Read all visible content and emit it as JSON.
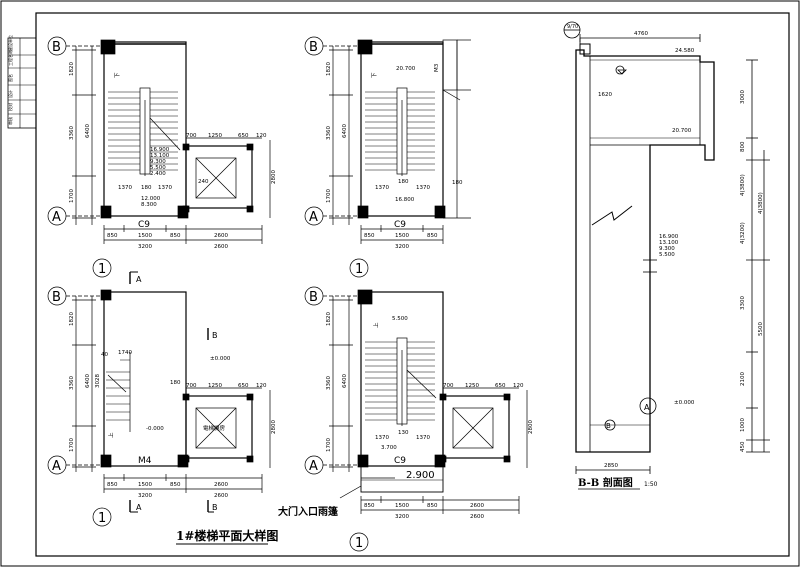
{
  "title_block": [
    "建设单位",
    "工程名称",
    "图名",
    "设计",
    "校对",
    "审核"
  ],
  "plan1": {
    "axis_b": "B",
    "axis_a": "A",
    "axis_1": "1",
    "dims_left": [
      "1820",
      "3360",
      "1700"
    ],
    "dim_total": "6400",
    "dims_bottom": [
      "850",
      "1500",
      "850"
    ],
    "bottom_total": "3200",
    "right_total": "2600",
    "dims_shaft": [
      "700",
      "1250",
      "650",
      "120"
    ],
    "shaft_h": "2800",
    "stair_dims": [
      "1370",
      "180",
      "1370"
    ],
    "levels": [
      "16.900",
      "13.100",
      "9.300",
      "5.500",
      "2.400",
      "12.000",
      "8.300"
    ],
    "up": "下",
    "window": "C9",
    "num240": "240"
  },
  "plan2": {
    "axis_b": "B",
    "axis_a": "A",
    "axis_1": "1",
    "dims_left": [
      "1820",
      "3360",
      "1700"
    ],
    "dim_total": "6400",
    "dims_bottom": [
      "850",
      "1500",
      "850"
    ],
    "bottom_total": "3200",
    "level_top": "20.700",
    "level_mid": "16.800",
    "door": "M3",
    "stair_dims": [
      "1370",
      "180",
      "1370"
    ],
    "r180": "180",
    "d1500": "1500",
    "up": "下",
    "window": "C9"
  },
  "plan3": {
    "axis_b": "B",
    "axis_a": "A",
    "axis_1": "1",
    "section_a": "A",
    "section_b": "B",
    "dims_left": [
      "1820",
      "3360",
      "1700"
    ],
    "dim_total": "6400",
    "d3028": "3028",
    "dims_bottom": [
      "850",
      "1500",
      "850"
    ],
    "bottom_total": "3200",
    "right_total": "2600",
    "dims_shaft": [
      "700",
      "1250",
      "650",
      "120"
    ],
    "shaft_h": "2800",
    "d1740": "1740",
    "d180": "180",
    "d40": "40",
    "level_pm": "±0.000",
    "level_low": "-0.000",
    "door": "M4",
    "up": "上",
    "shaft_label": "電梯機房"
  },
  "plan4": {
    "axis_b": "B",
    "axis_a": "A",
    "axis_1": "1",
    "dims_left": [
      "1820",
      "3360",
      "1700"
    ],
    "dim_total": "6400",
    "dims_bottom": [
      "850",
      "1500",
      "850"
    ],
    "bottom_total": "3200",
    "right_total": "2600",
    "dims_shaft": [
      "700",
      "1250",
      "650",
      "120"
    ],
    "shaft_h": "2800",
    "level_mid": "5.500",
    "level_low": "3.700",
    "stair_dims": [
      "1370",
      "130",
      "1370"
    ],
    "up": "上",
    "window": "C9",
    "canopy_level": "2.900",
    "canopy_label": "大门入口雨篷"
  },
  "main_caption": "1#楼梯平面大样图",
  "section": {
    "axis_b": "B",
    "axis_a": "A",
    "axis_num": "9/70",
    "top_dim": "4760",
    "d1620": "1620",
    "levels": [
      "24.580",
      "20.700",
      "16.900",
      "13.100",
      "9.300",
      "5.500",
      "±0.000"
    ],
    "dims_right_inner": [
      "3000",
      "800",
      "4(3800)",
      "4(3200)",
      "3300",
      "2100",
      "1000",
      "450"
    ],
    "dims_right_outer": [
      "4(3800)",
      "5500"
    ],
    "bottom_dim": "2850",
    "title": "B-B 剖面图",
    "scale": "1:50"
  }
}
